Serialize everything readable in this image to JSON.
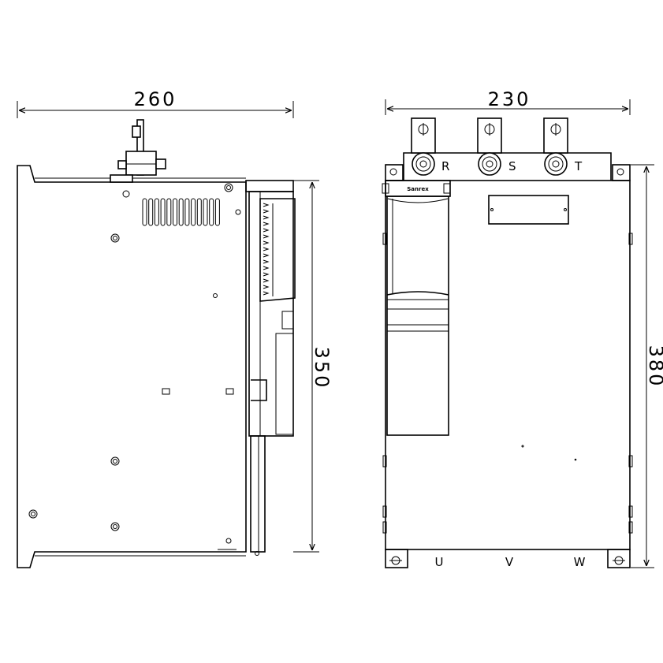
{
  "dimensions": {
    "side_width": "260",
    "side_height": "350",
    "front_width": "230",
    "front_height": "380"
  },
  "terminals": {
    "input": [
      "R",
      "S",
      "T"
    ],
    "output": [
      "U",
      "V",
      "W"
    ]
  },
  "brand_label": "Sanrex"
}
